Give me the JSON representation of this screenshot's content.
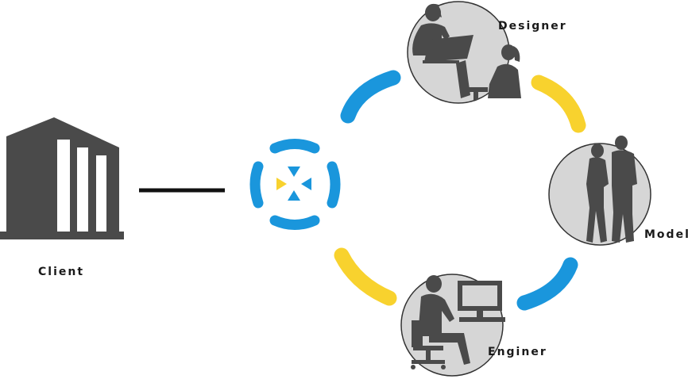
{
  "labels": {
    "client": "Client",
    "designer": "Designer",
    "model": "Model",
    "engineer": "Enginer"
  },
  "colors": {
    "blue": "#1a96dc",
    "yellow": "#f8d22e",
    "silhouette": "#4a4a4a",
    "circle_fill": "#d6d6d6",
    "circle_stroke": "#333333",
    "line": "#111111"
  },
  "icons": {
    "client": "office-building-icon",
    "hub": "cross-arrows-logo-icon",
    "designer": "designers-at-computers-icon",
    "model": "couple-standing-icon",
    "engineer": "engineer-at-workstation-icon"
  }
}
